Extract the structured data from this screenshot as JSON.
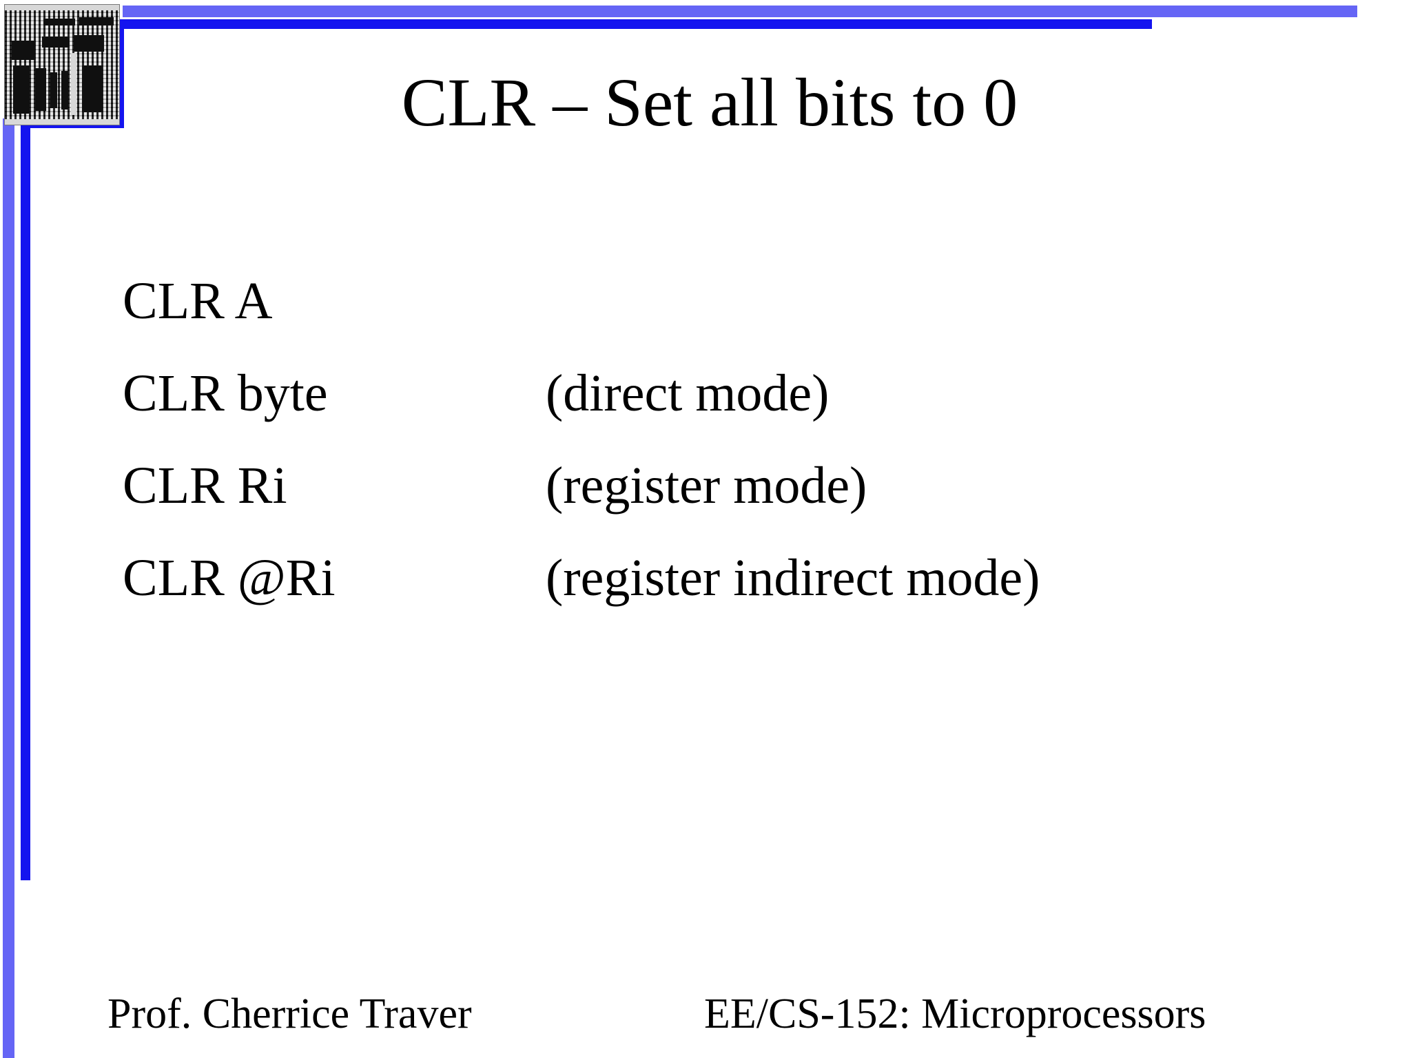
{
  "slide": {
    "title": "CLR – Set all bits to 0",
    "background_color": "#FFFFFF",
    "accent_color_light": "#6565F5",
    "accent_color_dark": "#1414EF",
    "text_color": "#000000"
  },
  "decoration": {
    "chip_image_label": "microprocessor-die-photo"
  },
  "body": {
    "lines": [
      {
        "instruction": "CLR A",
        "mode": ""
      },
      {
        "instruction": "CLR byte",
        "mode": "(direct mode)"
      },
      {
        "instruction": "CLR Ri",
        "mode": "(register mode)"
      },
      {
        "instruction": "CLR @Ri",
        "mode": "(register indirect mode)"
      }
    ]
  },
  "footer": {
    "left": "Prof. Cherrice Traver",
    "right": "EE/CS-152: Microprocessors"
  }
}
